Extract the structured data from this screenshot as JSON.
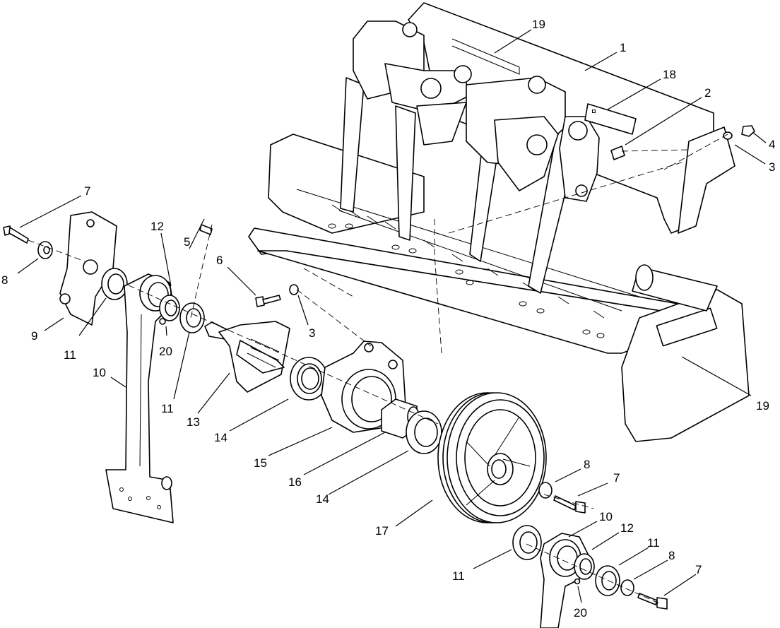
{
  "callouts": [
    {
      "id": "c1",
      "text": "1"
    },
    {
      "id": "c2",
      "text": "2"
    },
    {
      "id": "c3a",
      "text": "3"
    },
    {
      "id": "c3b",
      "text": "3"
    },
    {
      "id": "c4",
      "text": "4"
    },
    {
      "id": "c5",
      "text": "5"
    },
    {
      "id": "c6",
      "text": "6"
    },
    {
      "id": "c7a",
      "text": "7"
    },
    {
      "id": "c7b",
      "text": "7"
    },
    {
      "id": "c7c",
      "text": "7"
    },
    {
      "id": "c8a",
      "text": "8"
    },
    {
      "id": "c8b",
      "text": "8"
    },
    {
      "id": "c8c",
      "text": "8"
    },
    {
      "id": "c9",
      "text": "9"
    },
    {
      "id": "c10a",
      "text": "10"
    },
    {
      "id": "c10b",
      "text": "10"
    },
    {
      "id": "c11a",
      "text": "11"
    },
    {
      "id": "c11b",
      "text": "11"
    },
    {
      "id": "c11c",
      "text": "11"
    },
    {
      "id": "c11d",
      "text": "11"
    },
    {
      "id": "c12a",
      "text": "12"
    },
    {
      "id": "c12b",
      "text": "12"
    },
    {
      "id": "c13",
      "text": "13"
    },
    {
      "id": "c14a",
      "text": "14"
    },
    {
      "id": "c14b",
      "text": "14"
    },
    {
      "id": "c15",
      "text": "15"
    },
    {
      "id": "c16",
      "text": "16"
    },
    {
      "id": "c17",
      "text": "17"
    },
    {
      "id": "c18",
      "text": "18"
    },
    {
      "id": "c19a",
      "text": "19"
    },
    {
      "id": "c19b",
      "text": "19"
    },
    {
      "id": "c20a",
      "text": "20"
    },
    {
      "id": "c20b",
      "text": "20"
    }
  ]
}
